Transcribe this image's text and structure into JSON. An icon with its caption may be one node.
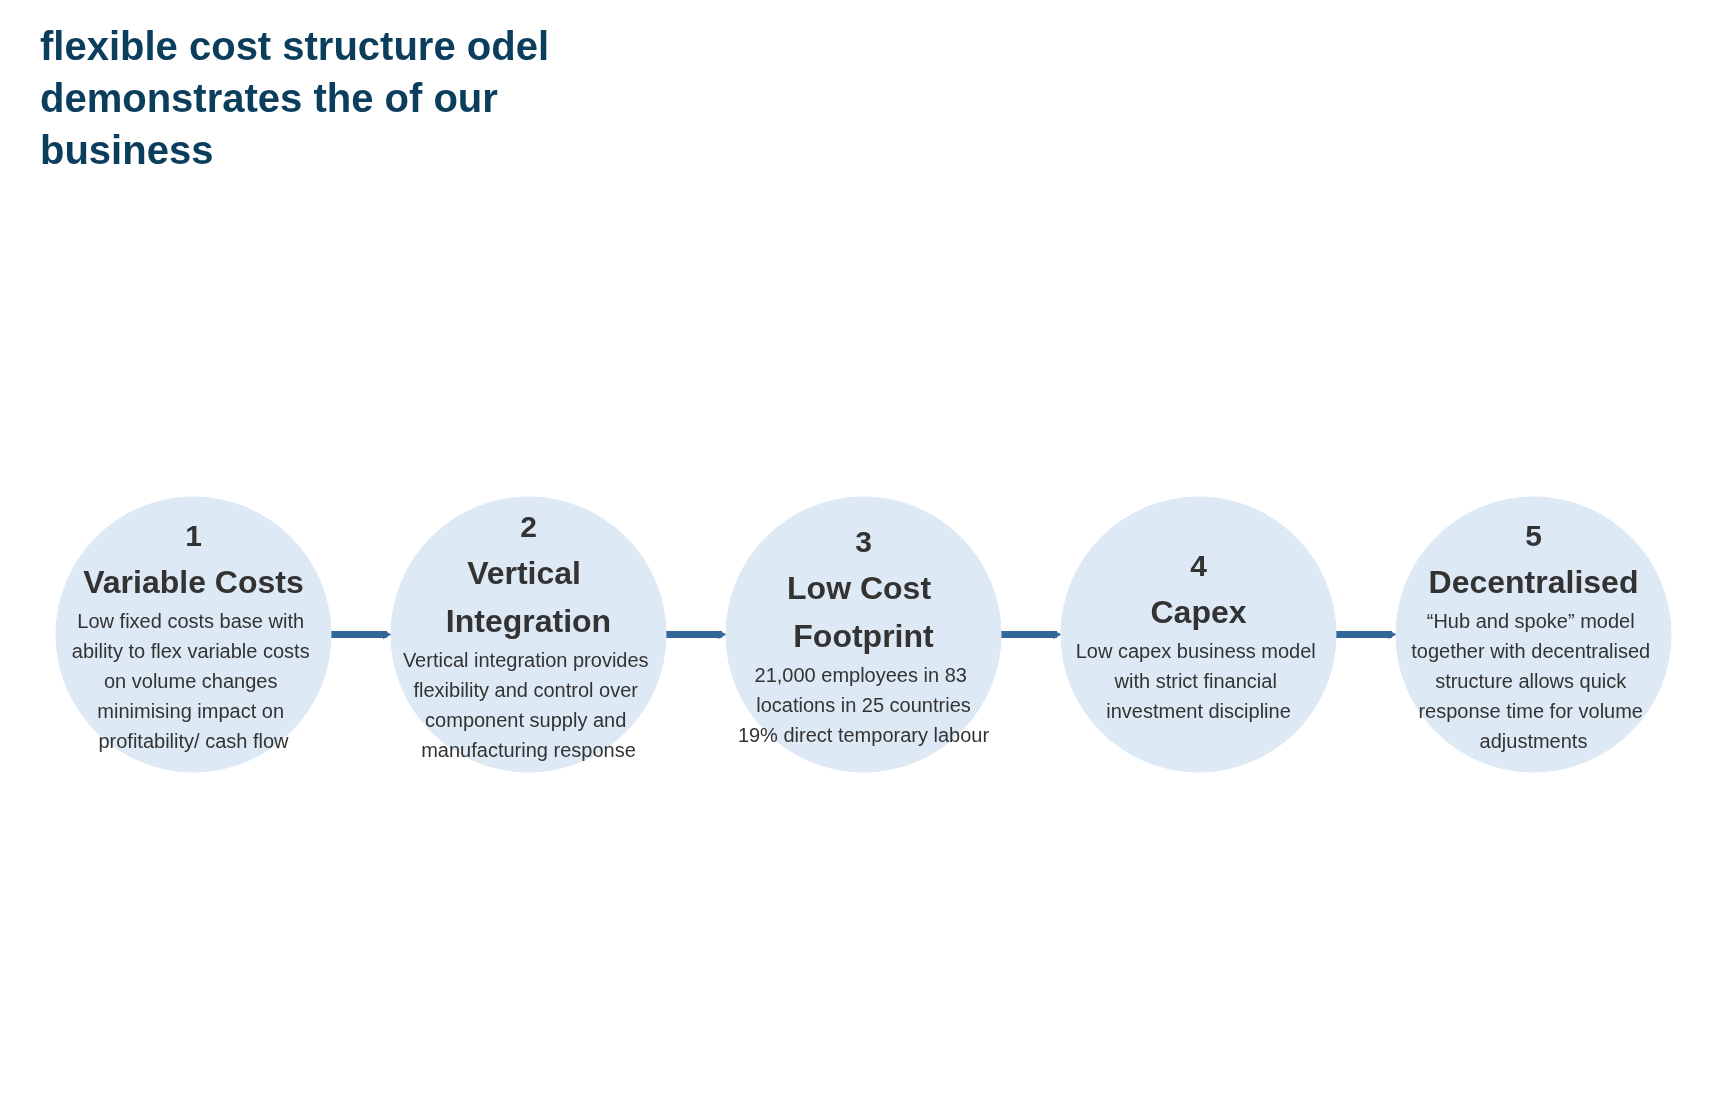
{
  "diagram": {
    "nodes": [
      {
        "text": [
          "1",
          "Variable Costs",
          "Low fixed costs base with ability to flex variable costs on volume changes minimising impact on profitability/ cash flow"
        ]
      },
      {
        "text": [
          "2",
          "Vertical Integration",
          "Vertical integration provides flexibility and control over component supply and manufacturing response"
        ]
      },
      {
        "text": [
          "3",
          "Low Cost Footprint",
          "21,000 employees in 83 locations in 25 countries",
          "19% direct temporary labour"
        ]
      },
      {
        "text": [
          "4",
          "Capex",
          "Low capex business model with strict financial investment discipline"
        ]
      },
      {
        "text": [
          "5",
          "Decentralised",
          "“Hub and spoke” model together with decentralised structure allows quick response time for volume adjustments"
        ]
      }
    ],
    "edges": [
      {
        "from": 0,
        "to": 1,
        "arrow": "to"
      },
      {
        "from": 1,
        "to": 2,
        "arrow": "to"
      },
      {
        "from": 2,
        "to": 3,
        "arrow": "to"
      },
      {
        "from": 3,
        "to": 4,
        "arrow": "to"
      }
    ],
    "labels": [
      "flexible cost structure odel demonstrates the of our business"
    ]
  }
}
